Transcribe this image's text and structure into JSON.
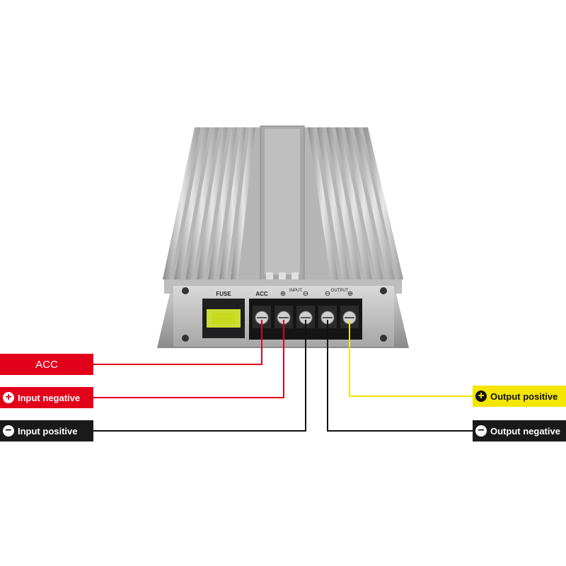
{
  "device": {
    "fuse_label": "FUSE",
    "acc_label": "ACC",
    "input_label": "INPUT",
    "output_label": "OUTPUT",
    "plus_symbol": "⊕",
    "minus_symbol": "⊖"
  },
  "labels": {
    "acc": "ACC",
    "input_negative": "Input negative",
    "input_positive": "Input positive",
    "output_positive": "Output positive",
    "output_negative": "Output negative"
  },
  "symbols": {
    "plus": "+",
    "minus": "−"
  },
  "colors": {
    "acc": "#e3001b",
    "input_negative": "#e3001b",
    "input_positive": "#1a1a1a",
    "output_positive": "#f4e600",
    "output_negative": "#1a1a1a"
  }
}
